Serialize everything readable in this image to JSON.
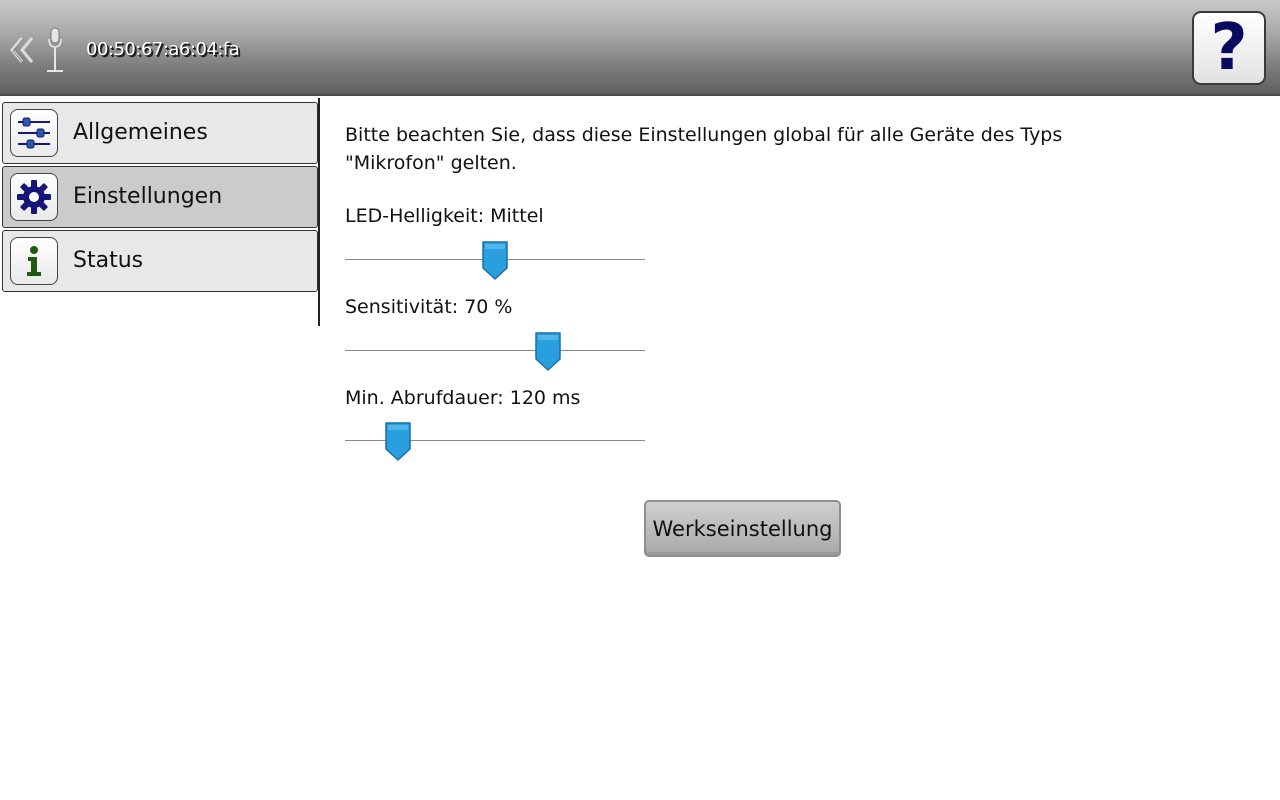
{
  "header": {
    "device_id": "00:50:67:a6:04:fa",
    "back_icon": "double-chevron-left-icon",
    "device_icon": "microphone-icon",
    "help_label": "?"
  },
  "sidebar": {
    "items": [
      {
        "label": "Allgemeines",
        "icon": "sliders-icon",
        "active": false
      },
      {
        "label": "Einstellungen",
        "icon": "gear-icon",
        "active": true
      },
      {
        "label": "Status",
        "icon": "info-icon",
        "active": false
      }
    ]
  },
  "main": {
    "info_text": "Bitte beachten Sie, dass diese Einstellungen global für alle Geräte des Typs \"Mikrofon\" gelten.",
    "sliders": [
      {
        "label": "LED-Helligkeit: Mittel",
        "fraction": 0.5
      },
      {
        "label": "Sensitivität: 70 %",
        "fraction": 0.676
      },
      {
        "label": "Min. Abrufdauer: 120 ms",
        "fraction": 0.177
      }
    ],
    "reset_button": "Werkseinstellung"
  },
  "colors": {
    "accent_thumb": "#2a9fe0",
    "help_glyph": "#0a0a60",
    "icon_blue": "#16167a",
    "icon_green": "#1f5a12"
  }
}
